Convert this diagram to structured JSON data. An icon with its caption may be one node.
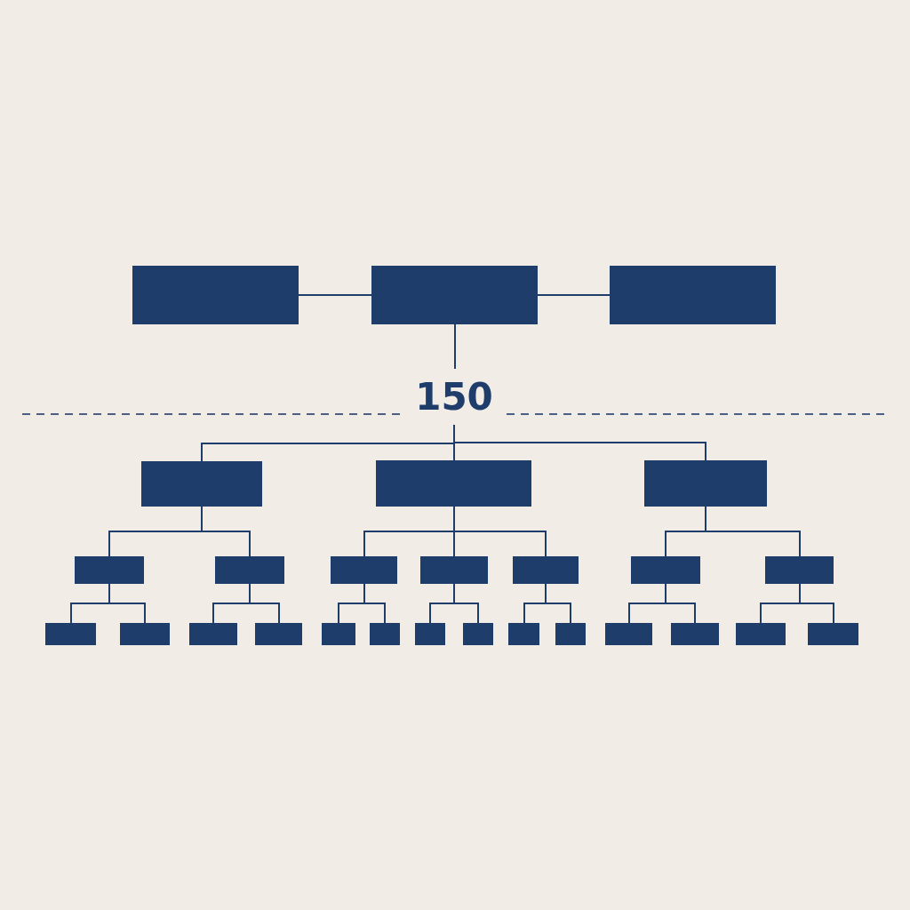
{
  "diagram": {
    "nodes": [
      {
        "text": [],
        "shape": "box"
      },
      {
        "text": [],
        "shape": "box"
      },
      {
        "text": [],
        "shape": "box"
      },
      {
        "text": [
          "150"
        ]
      },
      {
        "text": [],
        "shape": "box"
      },
      {
        "text": [],
        "shape": "box"
      },
      {
        "text": [],
        "shape": "box"
      },
      {
        "text": [],
        "shape": "box"
      },
      {
        "text": [],
        "shape": "box"
      },
      {
        "text": [],
        "shape": "box"
      },
      {
        "text": [],
        "shape": "box"
      },
      {
        "text": [],
        "shape": "box"
      },
      {
        "text": [],
        "shape": "box"
      },
      {
        "text": [],
        "shape": "box"
      },
      {
        "text": [],
        "shape": "box"
      },
      {
        "text": [],
        "shape": "box"
      },
      {
        "text": [],
        "shape": "box"
      },
      {
        "text": [],
        "shape": "box"
      },
      {
        "text": [],
        "shape": "box"
      },
      {
        "text": [],
        "shape": "box"
      },
      {
        "text": [],
        "shape": "box"
      },
      {
        "text": [],
        "shape": "box"
      },
      {
        "text": [],
        "shape": "box"
      },
      {
        "text": [],
        "shape": "box"
      },
      {
        "text": [],
        "shape": "box"
      },
      {
        "text": [],
        "shape": "box"
      },
      {
        "text": [],
        "shape": "box"
      },
      {
        "text": [],
        "shape": "box"
      }
    ],
    "edges": [
      {
        "from": 0,
        "to": 1,
        "arrow": "none"
      },
      {
        "from": 1,
        "to": 2,
        "arrow": "none"
      },
      {
        "from": 1,
        "to": 3,
        "arrow": "none"
      },
      {
        "from": 3,
        "to": 4,
        "arrow": "none"
      },
      {
        "from": 3,
        "to": 5,
        "arrow": "none"
      },
      {
        "from": 3,
        "to": 6,
        "arrow": "none"
      },
      {
        "from": 4,
        "to": 7,
        "arrow": "none"
      },
      {
        "from": 4,
        "to": 8,
        "arrow": "none"
      },
      {
        "from": 5,
        "to": 9,
        "arrow": "none"
      },
      {
        "from": 5,
        "to": 10,
        "arrow": "none"
      },
      {
        "from": 5,
        "to": 11,
        "arrow": "none"
      },
      {
        "from": 6,
        "to": 12,
        "arrow": "none"
      },
      {
        "from": 6,
        "to": 13,
        "arrow": "none"
      },
      {
        "from": 7,
        "to": 14,
        "arrow": "none"
      },
      {
        "from": 7,
        "to": 15,
        "arrow": "none"
      },
      {
        "from": 8,
        "to": 16,
        "arrow": "none"
      },
      {
        "from": 8,
        "to": 17,
        "arrow": "none"
      },
      {
        "from": 9,
        "to": 18,
        "arrow": "none"
      },
      {
        "from": 9,
        "to": 19,
        "arrow": "none"
      },
      {
        "from": 10,
        "to": 20,
        "arrow": "none"
      },
      {
        "from": 10,
        "to": 21,
        "arrow": "none"
      },
      {
        "from": 11,
        "to": 22,
        "arrow": "none"
      },
      {
        "from": 11,
        "to": 23,
        "arrow": "none"
      },
      {
        "from": 12,
        "to": 24,
        "arrow": "none"
      },
      {
        "from": 12,
        "to": 25,
        "arrow": "none"
      },
      {
        "from": 13,
        "to": 26,
        "arrow": "none"
      },
      {
        "from": 13,
        "to": 27,
        "arrow": "none"
      }
    ]
  }
}
